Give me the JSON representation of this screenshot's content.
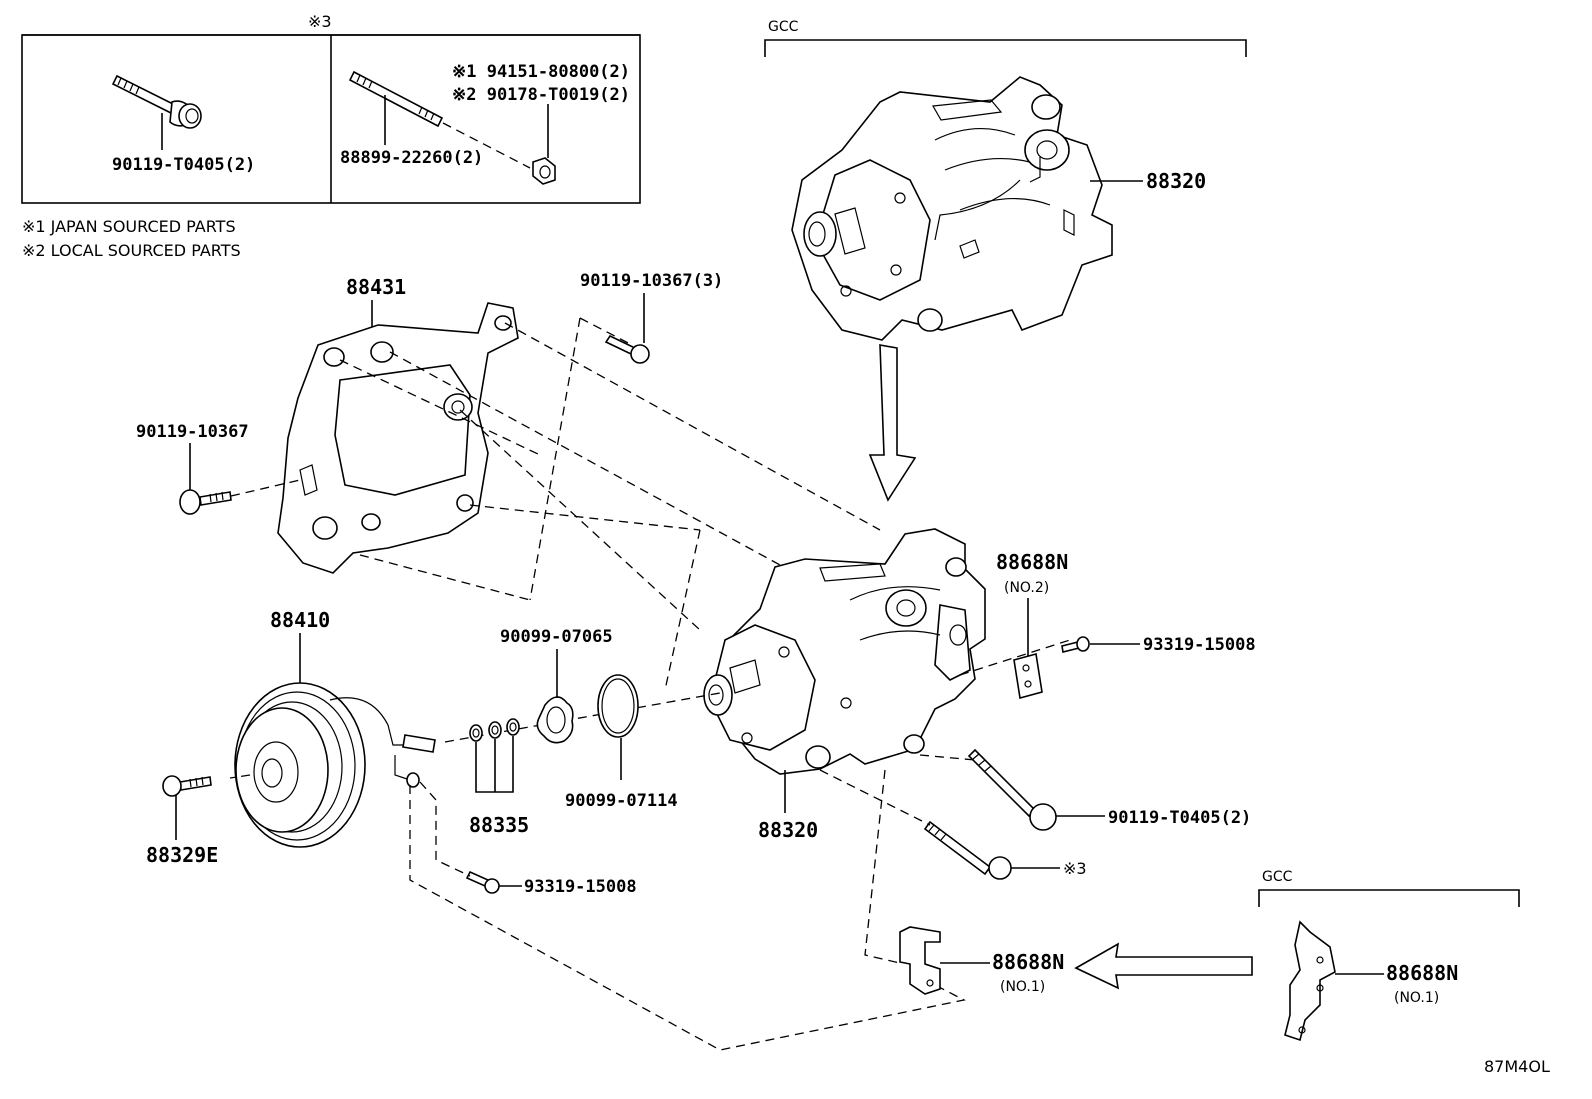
{
  "labels": {
    "note3_top": "※3",
    "gcc_top": "GCC",
    "gcc_bottom": "GCC",
    "footnote1": "※1 JAPAN SOURCED PARTS",
    "footnote2": "※2 LOCAL SOURCED PARTS",
    "inset_bolt": "90119-T0405(2)",
    "inset_stud": "88899-22260(2)",
    "inset_nut_jp": "※1 94151-80800(2)",
    "inset_nut_local": "※2 90178-T0019(2)",
    "compressor_gcc": "88320",
    "bracket": "88431",
    "bracket_bolt_3": "90119-10367(3)",
    "bracket_bolt": "90119-10367",
    "clutch_pulley": "88410",
    "clutch_bolt": "88329E",
    "shims": "88335",
    "snap_ring_1": "90099-07065",
    "snap_ring_2": "90099-07114",
    "compressor": "88320",
    "clip_no2": "88688N",
    "clip_no2_sub": "(NO.2)",
    "screw_top": "93319-15008",
    "screw_bottom": "93319-15008",
    "mount_bolt": "90119-T0405(2)",
    "mount_stud_ref": "※3",
    "clip_no1": "88688N",
    "clip_no1_sub": "(NO.1)",
    "clip_no1_gcc": "88688N",
    "clip_no1_gcc_sub": "(NO.1)",
    "figure_code": "87M4OL"
  }
}
